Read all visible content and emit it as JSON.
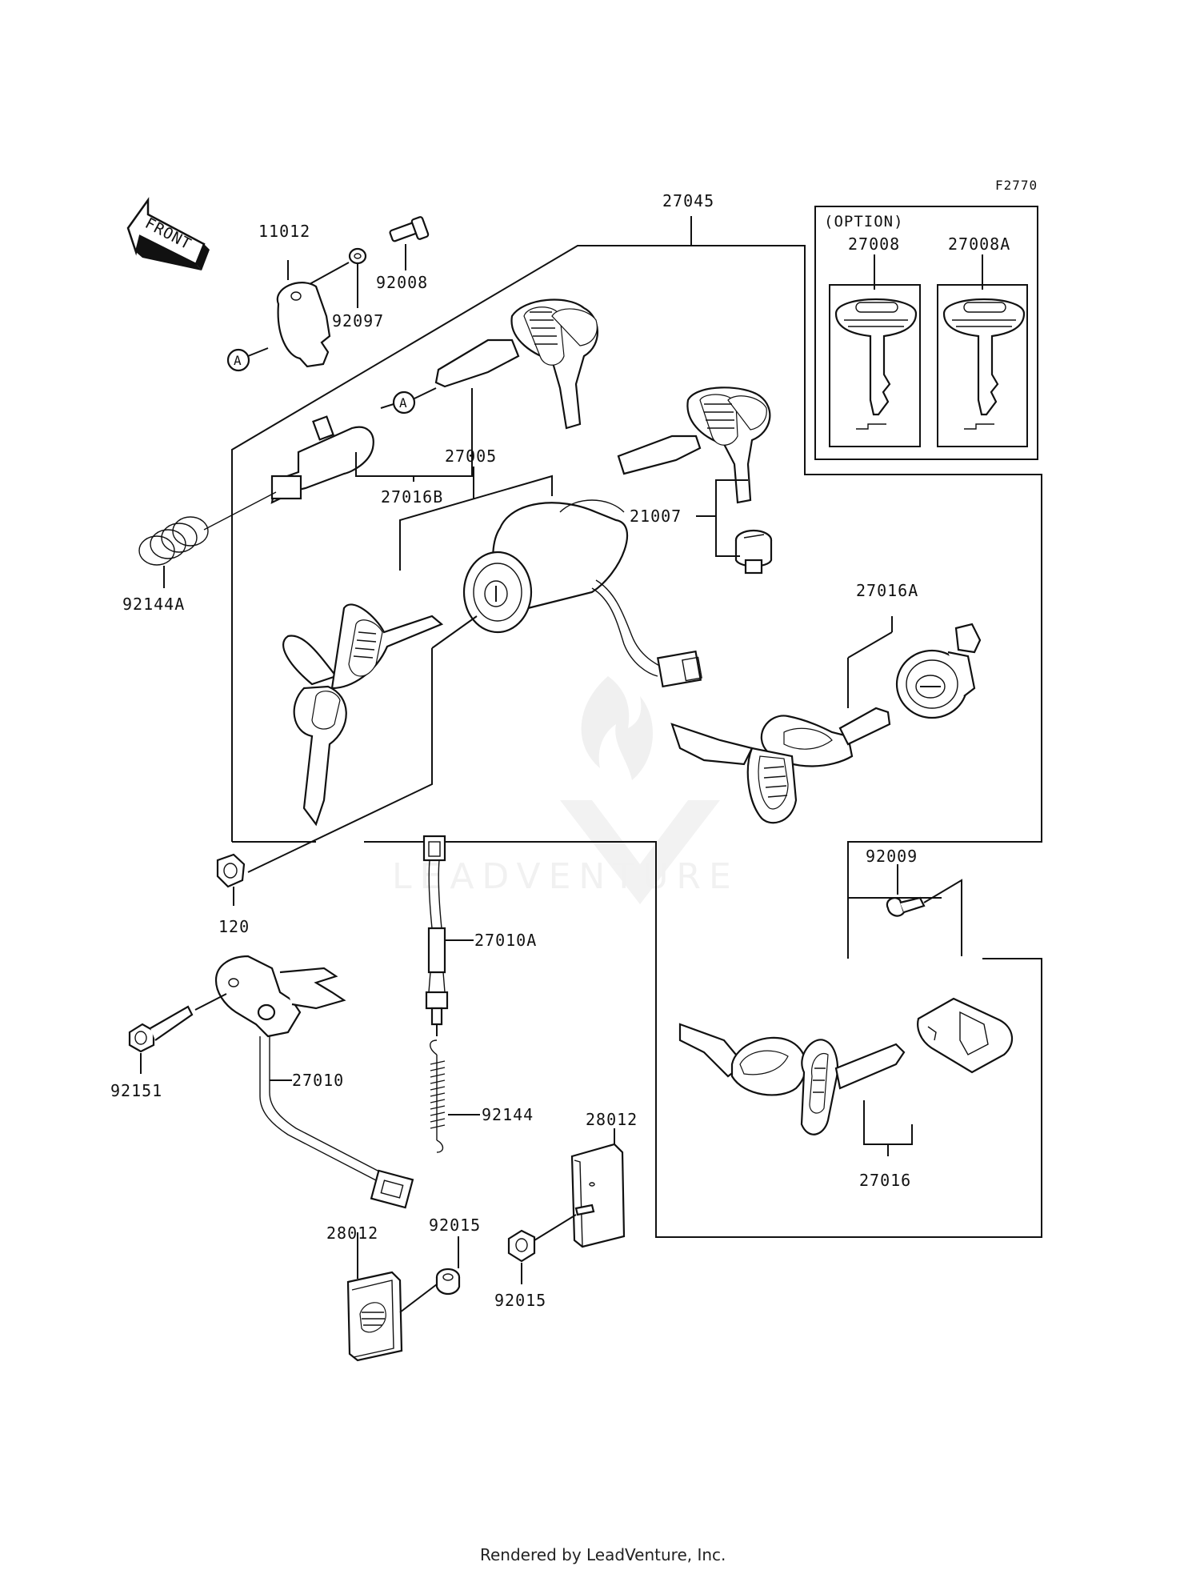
{
  "figure_code": "F2770",
  "front_label": "FRONT",
  "option_label": "(OPTION)",
  "callout_letter": "A",
  "watermark": "LEADVENTURE",
  "footer": "Rendered by LeadVenture, Inc.",
  "parts": {
    "p27045": "27045",
    "p11012": "11012",
    "p92008": "92008",
    "p92097": "92097",
    "p27008": "27008",
    "p27008A": "27008A",
    "p27016B": "27016B",
    "p27005": "27005",
    "p21007": "21007",
    "p92144A": "92144A",
    "p27016A": "27016A",
    "p92009": "92009",
    "p120": "120",
    "p27010A": "27010A",
    "p92151": "92151",
    "p27010": "27010",
    "p92144": "92144",
    "p28012a": "28012",
    "p28012b": "28012",
    "p92015a": "92015",
    "p92015b": "92015",
    "p27016": "27016"
  }
}
